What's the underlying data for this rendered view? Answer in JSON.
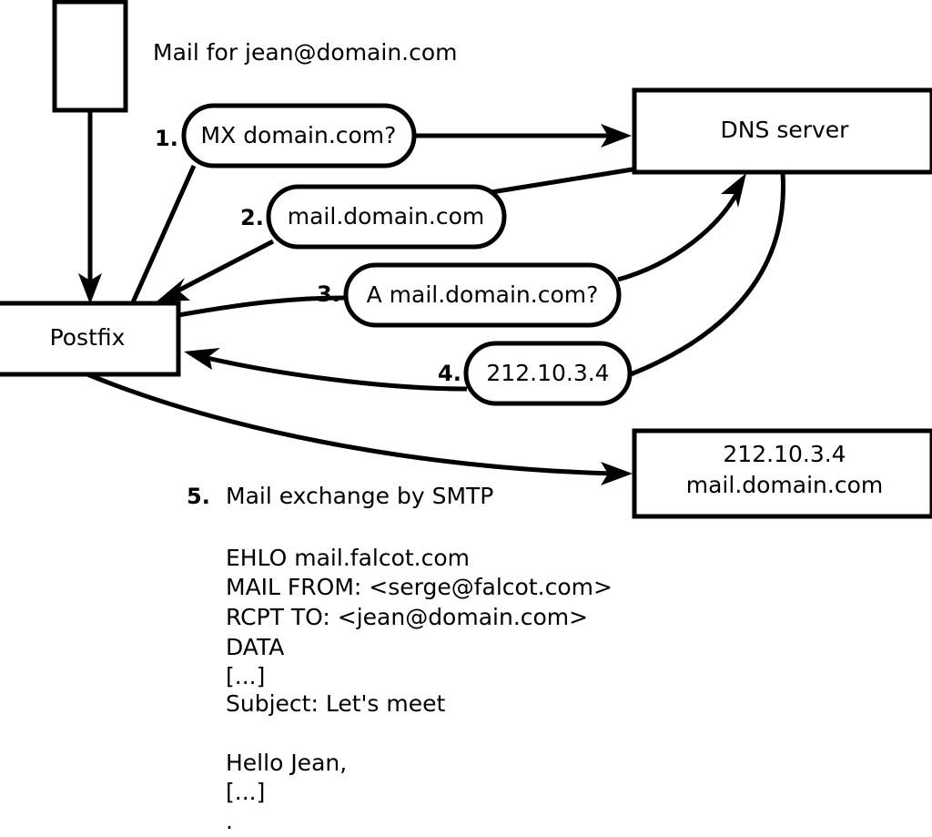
{
  "diagram": {
    "title": "Mail for jean@domain.com",
    "nodes": {
      "client_box": {
        "label": ""
      },
      "postfix": {
        "label": "Postfix"
      },
      "dns_server": {
        "label": "DNS server"
      },
      "mail_server": {
        "line1": "212.10.3.4",
        "line2": "mail.domain.com"
      }
    },
    "steps": [
      {
        "num": "1.",
        "label": "MX domain.com?"
      },
      {
        "num": "2.",
        "label": "mail.domain.com"
      },
      {
        "num": "3.",
        "label": "A mail.domain.com?"
      },
      {
        "num": "4.",
        "label": "212.10.3.4"
      },
      {
        "num": "5.",
        "label": "Mail exchange by SMTP"
      }
    ],
    "smtp_transcript": [
      "EHLO mail.falcot.com",
      "MAIL FROM: <serge@falcot.com>",
      "RCPT TO: <jean@domain.com>",
      "DATA",
      "[...]",
      "Subject: Let's meet",
      "",
      "Hello Jean,",
      "[...]",
      "."
    ]
  },
  "colors": {
    "stroke": "#000000",
    "fill": "#ffffff",
    "text": "#000000"
  }
}
